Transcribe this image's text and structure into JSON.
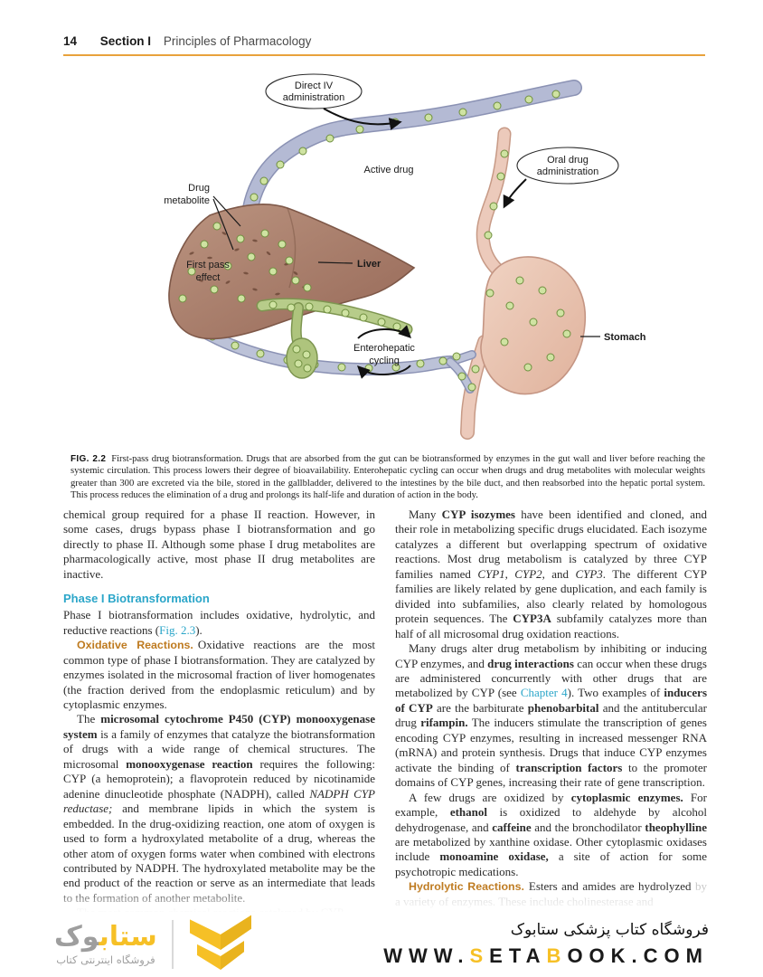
{
  "header": {
    "page_number": "14",
    "section_label": "Section I",
    "section_title": "Principles of Pharmacology"
  },
  "theme": {
    "rule_orange": "#e8a23c",
    "accent_cyan": "#2ba6c9",
    "accent_orange": "#be7a1f",
    "footer_yellow": "#f6c026",
    "vessel_blue": "#aeb4cf",
    "bile_green": "#b7cc8a",
    "liver_brown": "#a97f6c",
    "stomach_pink": "#ecc9b8",
    "drug_dot_green": "#cfe3a2"
  },
  "figure": {
    "labels": {
      "direct_iv_line1": "Direct IV",
      "direct_iv_line2": "administration",
      "active_drug": "Active drug",
      "oral_line1": "Oral drug",
      "oral_line2": "administration",
      "metabolite_line1": "Drug",
      "metabolite_line2": "metabolite",
      "first_pass_line1": "First pass",
      "first_pass_line2": "effect",
      "liver": "Liver",
      "entero_line1": "Enterohepatic",
      "entero_line2": "cycling",
      "stomach": "Stomach"
    },
    "caption_label": "FIG. 2.2",
    "caption_text": "First-pass drug biotransformation. Drugs that are absorbed from the gut can be biotransformed by enzymes in the gut wall and liver before reaching the systemic circulation. This process lowers their degree of bioavailability. Enterohepatic cycling can occur when drugs and drug metabolites with molecular weights greater than 300 are excreted via the bile, stored in the gallbladder, delivered to the intestines by the bile duct, and then reabsorbed into the hepatic portal system. This process reduces the elimination of a drug and prolongs its half-life and duration of action in the body."
  },
  "article": {
    "left_column": [
      {
        "type": "p",
        "indent": false,
        "segments": [
          {
            "t": "chemical group required for a phase II reaction. However, in some cases, drugs bypass phase I biotransformation and go directly to phase II. Although some phase I drug metabolites are pharmacologically active, most phase II drug metabolites are inactive.",
            "s": "plain"
          }
        ]
      },
      {
        "type": "h2",
        "segments": [
          {
            "t": "Phase I Biotransformation",
            "s": "plain"
          }
        ]
      },
      {
        "type": "p",
        "indent": false,
        "segments": [
          {
            "t": "Phase I biotransformation includes oxidative, hydrolytic, and reductive reactions (",
            "s": "plain"
          },
          {
            "t": "Fig. 2.3",
            "s": "link"
          },
          {
            "t": ").",
            "s": "plain"
          }
        ]
      },
      {
        "type": "p",
        "indent": true,
        "segments": [
          {
            "t": "Oxidative Reactions.",
            "s": "runin"
          },
          {
            "t": "Oxidative reactions are the most common type of phase I biotransformation. They are catalyzed by enzymes isolated in the microsomal fraction of liver homogenates (the fraction derived from the endoplasmic reticulum) and by cytoplasmic enzymes.",
            "s": "plain"
          }
        ]
      },
      {
        "type": "p",
        "indent": true,
        "segments": [
          {
            "t": "The ",
            "s": "plain"
          },
          {
            "t": "microsomal cytochrome P450 (CYP) monooxygenase system",
            "s": "b"
          },
          {
            "t": " is a family of enzymes that catalyze the biotransformation of drugs with a wide range of chemical structures. The microsomal ",
            "s": "plain"
          },
          {
            "t": "monooxygenase reaction",
            "s": "b"
          },
          {
            "t": " requires the following: CYP (a hemoprotein); a flavoprotein reduced by nicotinamide adenine dinucleotide phosphate (NADPH), called ",
            "s": "plain"
          },
          {
            "t": "NADPH CYP reductase;",
            "s": "i"
          },
          {
            "t": " and membrane lipids in which the system is embedded. In the drug-oxidizing reaction, one atom of oxygen is used to form a hydroxylated metabolite of a drug, whereas the other atom of oxygen forms water when combined with electrons contributed by NADPH. The hydroxylated metabolite may be the end product of the reaction or serve as an intermediate that leads to the formation of another metabolite.",
            "s": "plain"
          }
        ]
      },
      {
        "type": "p",
        "indent": true,
        "segments": [
          {
            "t": "The most common chemical reactions catalyzed by CYP",
            "s": "fade"
          }
        ]
      }
    ],
    "right_column": [
      {
        "type": "p",
        "indent": true,
        "segments": [
          {
            "t": "Many ",
            "s": "plain"
          },
          {
            "t": "CYP isozymes",
            "s": "b"
          },
          {
            "t": " have been identified and cloned, and their role in metabolizing specific drugs elucidated. Each isozyme catalyzes a different but overlapping spectrum of oxidative reactions. Most drug metabolism is catalyzed by three CYP families named ",
            "s": "plain"
          },
          {
            "t": "CYP1",
            "s": "i"
          },
          {
            "t": ", ",
            "s": "plain"
          },
          {
            "t": "CYP2",
            "s": "i"
          },
          {
            "t": ", and ",
            "s": "plain"
          },
          {
            "t": "CYP3",
            "s": "i"
          },
          {
            "t": ". The different CYP families are likely related by gene duplication, and each family is divided into subfamilies, also clearly related by homologous protein sequences. The ",
            "s": "plain"
          },
          {
            "t": "CYP3A",
            "s": "b"
          },
          {
            "t": " subfamily catalyzes more than half of all microsomal drug oxidation reactions.",
            "s": "plain"
          }
        ]
      },
      {
        "type": "p",
        "indent": true,
        "segments": [
          {
            "t": "Many drugs alter drug metabolism by inhibiting or inducing CYP enzymes, and ",
            "s": "plain"
          },
          {
            "t": "drug interactions",
            "s": "b"
          },
          {
            "t": " can occur when these drugs are administered concurrently with other drugs that are metabolized by CYP (see ",
            "s": "plain"
          },
          {
            "t": "Chapter 4",
            "s": "link"
          },
          {
            "t": "). Two examples of ",
            "s": "plain"
          },
          {
            "t": "inducers of CYP",
            "s": "b"
          },
          {
            "t": " are the barbiturate ",
            "s": "plain"
          },
          {
            "t": "phenobarbital",
            "s": "b"
          },
          {
            "t": " and the antitubercular drug ",
            "s": "plain"
          },
          {
            "t": "rifampin.",
            "s": "b"
          },
          {
            "t": " The inducers stimulate the transcription of genes encoding CYP enzymes, resulting in increased messenger RNA (mRNA) and protein synthesis. Drugs that induce CYP enzymes activate the binding of ",
            "s": "plain"
          },
          {
            "t": "transcription factors",
            "s": "b"
          },
          {
            "t": " to the promoter domains of CYP genes, increasing their rate of gene transcription.",
            "s": "plain"
          }
        ]
      },
      {
        "type": "p",
        "indent": true,
        "segments": [
          {
            "t": "A few drugs are oxidized by ",
            "s": "plain"
          },
          {
            "t": "cytoplasmic enzymes.",
            "s": "b"
          },
          {
            "t": " For example, ",
            "s": "plain"
          },
          {
            "t": "ethanol",
            "s": "b"
          },
          {
            "t": " is oxidized to aldehyde by alcohol dehydrogenase, and ",
            "s": "plain"
          },
          {
            "t": "caffeine",
            "s": "b"
          },
          {
            "t": " and the bronchodilator ",
            "s": "plain"
          },
          {
            "t": "theophylline",
            "s": "b"
          },
          {
            "t": " are metabolized by xanthine oxidase. Other cytoplasmic oxidases include ",
            "s": "plain"
          },
          {
            "t": "monoamine oxidase,",
            "s": "b"
          },
          {
            "t": " a site of action for some psychotropic medications.",
            "s": "plain"
          }
        ]
      },
      {
        "type": "p",
        "indent": true,
        "segments": [
          {
            "t": "Hydrolytic Reactions.",
            "s": "runin"
          },
          {
            "t": "Esters and amides are hydrolyzed ",
            "s": "plain"
          },
          {
            "t": "by a variety of enzymes. These include cholinesterase and",
            "s": "fade"
          }
        ]
      }
    ]
  },
  "footer": {
    "logo": {
      "wordmark_primary": "ستاب",
      "wordmark_secondary": "وک",
      "tagline": "فروشگاه اینترنتی کتاب"
    },
    "store_name": "فروشگاه کتاب پزشکی ستابوک",
    "url_segments": [
      {
        "t": "WWW.",
        "s": "dark"
      },
      {
        "t": "S",
        "s": "accent"
      },
      {
        "t": "ETA",
        "s": "dark"
      },
      {
        "t": "B",
        "s": "accent"
      },
      {
        "t": "OOK.COM",
        "s": "dark"
      }
    ]
  }
}
